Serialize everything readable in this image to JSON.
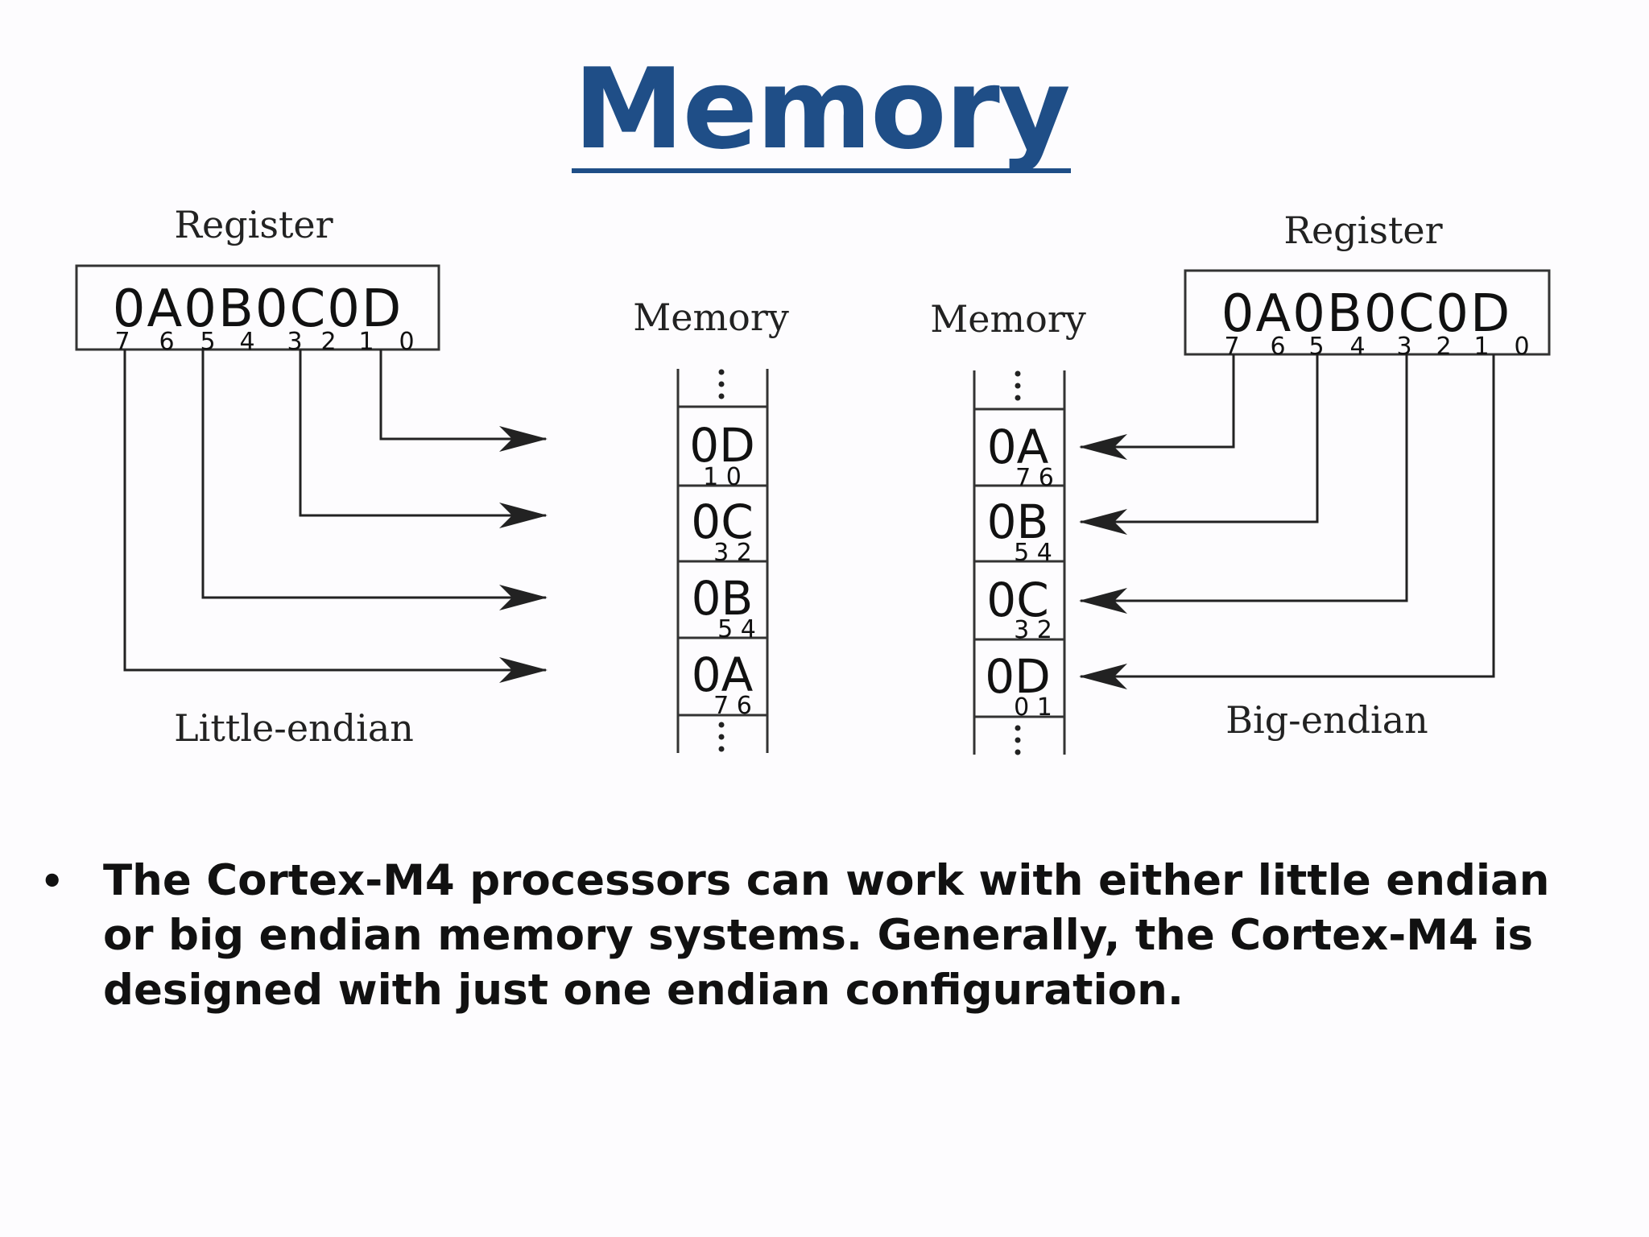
{
  "slide": {
    "title": "Memory",
    "bullet": "The Cortex-M4 processors can work with either little endian or big endian memory systems. Generally, the Cortex-M4 is designed with just one endian configuration."
  },
  "diagram": {
    "left": {
      "register_label": "Register",
      "register_value": "0A0B0C0D",
      "bit_numbers": [
        "7",
        "6",
        "5",
        "4",
        "3",
        "2",
        "1",
        "0"
      ],
      "memory_label": "Memory",
      "cells": [
        {
          "value": "0D",
          "bits": "1 0"
        },
        {
          "value": "0C",
          "bits": "3 2"
        },
        {
          "value": "0B",
          "bits": "5 4"
        },
        {
          "value": "0A",
          "bits": "7 6"
        }
      ],
      "caption": "Little-endian"
    },
    "right": {
      "register_label": "Register",
      "register_value": "0A0B0C0D",
      "bit_numbers": [
        "7",
        "6",
        "5",
        "4",
        "3",
        "2",
        "1",
        "0"
      ],
      "memory_label": "Memory",
      "cells": [
        {
          "value": "0A",
          "bits": "7 6"
        },
        {
          "value": "0B",
          "bits": "5 4"
        },
        {
          "value": "0C",
          "bits": "3 2"
        },
        {
          "value": "0D",
          "bits": "0 1"
        }
      ],
      "caption": "Big-endian"
    }
  },
  "colors": {
    "title": "#1f4e87",
    "lines": "#222222"
  }
}
